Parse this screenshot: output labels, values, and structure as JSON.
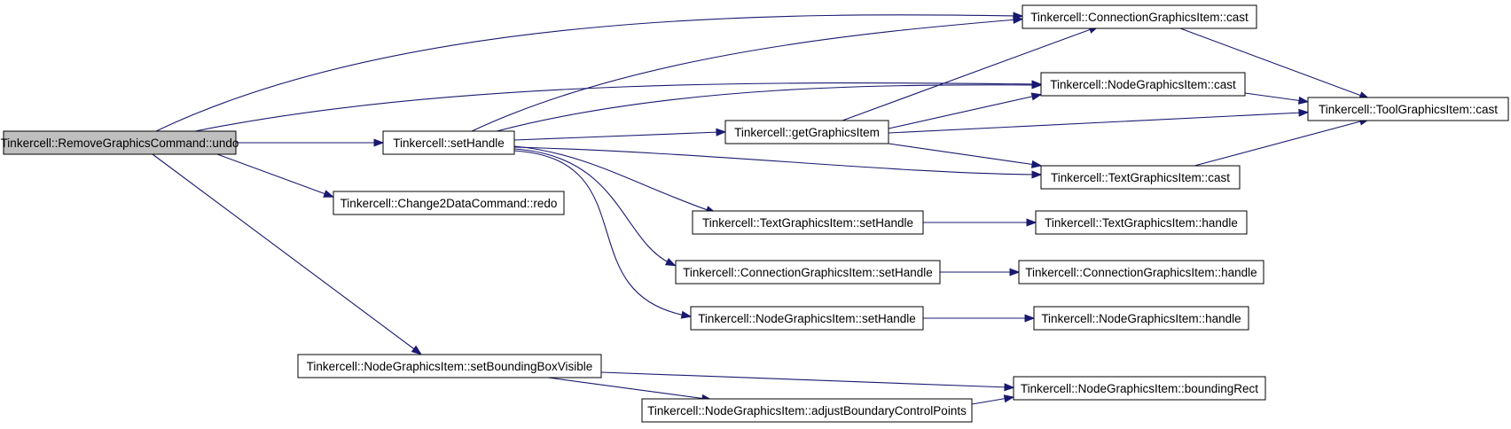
{
  "colors": {
    "edge": "#191970",
    "node_border": "#000000",
    "root_fill": "#bfbfbf",
    "node_fill": "#ffffff"
  },
  "nodes": [
    {
      "id": "undo",
      "label": "Tinkercell::RemoveGraphicsCommand::undo",
      "root": true
    },
    {
      "id": "setHandle",
      "label": "Tinkercell::setHandle"
    },
    {
      "id": "redo",
      "label": "Tinkercell::Change2DataCommand::redo"
    },
    {
      "id": "setBBV",
      "label": "Tinkercell::NodeGraphicsItem::setBoundingBoxVisible"
    },
    {
      "id": "connCast",
      "label": "Tinkercell::ConnectionGraphicsItem::cast"
    },
    {
      "id": "nodeCast",
      "label": "Tinkercell::NodeGraphicsItem::cast"
    },
    {
      "id": "getGI",
      "label": "Tinkercell::getGraphicsItem"
    },
    {
      "id": "textCast",
      "label": "Tinkercell::TextGraphicsItem::cast"
    },
    {
      "id": "toolCast",
      "label": "Tinkercell::ToolGraphicsItem::cast"
    },
    {
      "id": "textSetH",
      "label": "Tinkercell::TextGraphicsItem::setHandle"
    },
    {
      "id": "connSetH",
      "label": "Tinkercell::ConnectionGraphicsItem::setHandle"
    },
    {
      "id": "nodeSetH",
      "label": "Tinkercell::NodeGraphicsItem::setHandle"
    },
    {
      "id": "textH",
      "label": "Tinkercell::TextGraphicsItem::handle"
    },
    {
      "id": "connH",
      "label": "Tinkercell::ConnectionGraphicsItem::handle"
    },
    {
      "id": "nodeH",
      "label": "Tinkercell::NodeGraphicsItem::handle"
    },
    {
      "id": "adjBCP",
      "label": "Tinkercell::NodeGraphicsItem::adjustBoundaryControlPoints"
    },
    {
      "id": "bRect",
      "label": "Tinkercell::NodeGraphicsItem::boundingRect"
    }
  ],
  "edges": [
    {
      "from": "undo",
      "to": "connCast"
    },
    {
      "from": "undo",
      "to": "nodeCast"
    },
    {
      "from": "undo",
      "to": "setHandle"
    },
    {
      "from": "undo",
      "to": "redo"
    },
    {
      "from": "undo",
      "to": "setBBV"
    },
    {
      "from": "setHandle",
      "to": "connCast"
    },
    {
      "from": "setHandle",
      "to": "nodeCast"
    },
    {
      "from": "setHandle",
      "to": "getGI"
    },
    {
      "from": "setHandle",
      "to": "textCast"
    },
    {
      "from": "setHandle",
      "to": "textSetH"
    },
    {
      "from": "setHandle",
      "to": "connSetH"
    },
    {
      "from": "setHandle",
      "to": "nodeSetH"
    },
    {
      "from": "getGI",
      "to": "connCast"
    },
    {
      "from": "getGI",
      "to": "nodeCast"
    },
    {
      "from": "getGI",
      "to": "toolCast"
    },
    {
      "from": "getGI",
      "to": "textCast"
    },
    {
      "from": "connCast",
      "to": "toolCast"
    },
    {
      "from": "nodeCast",
      "to": "toolCast"
    },
    {
      "from": "textCast",
      "to": "toolCast"
    },
    {
      "from": "textSetH",
      "to": "textH"
    },
    {
      "from": "connSetH",
      "to": "connH"
    },
    {
      "from": "nodeSetH",
      "to": "nodeH"
    },
    {
      "from": "setBBV",
      "to": "bRect"
    },
    {
      "from": "setBBV",
      "to": "adjBCP"
    },
    {
      "from": "adjBCP",
      "to": "bRect"
    }
  ]
}
